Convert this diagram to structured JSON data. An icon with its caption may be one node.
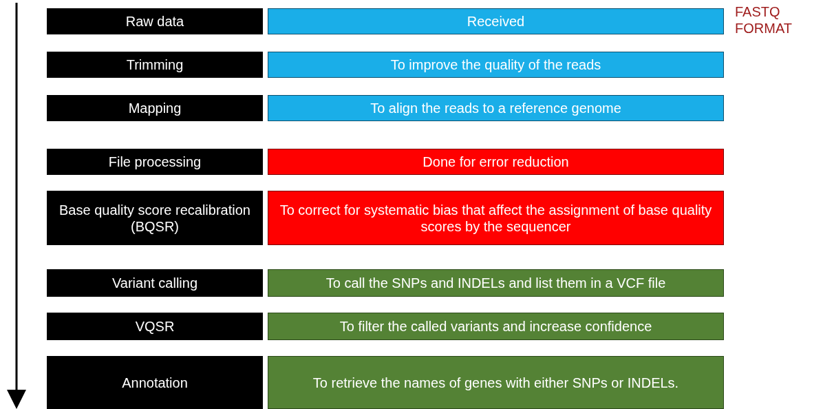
{
  "diagram": {
    "nodes": [
      {
        "text": [
          "Raw data"
        ]
      },
      {
        "text": [
          "Received"
        ]
      },
      {
        "text": [
          "Trimming"
        ]
      },
      {
        "text": [
          "To improve the quality of the reads"
        ]
      },
      {
        "text": [
          "Mapping"
        ]
      },
      {
        "text": [
          "To align the reads to a reference genome"
        ]
      },
      {
        "text": [
          "File processing"
        ]
      },
      {
        "text": [
          "Done for error reduction"
        ]
      },
      {
        "text": [
          "Base quality score recalibration (BQSR)"
        ]
      },
      {
        "text": [
          "To correct for systematic bias that affect the assignment of base quality scores by the sequencer"
        ]
      },
      {
        "text": [
          "Variant calling"
        ]
      },
      {
        "text": [
          "To call the SNPs and INDELs and list them in a VCF file"
        ]
      },
      {
        "text": [
          "VQSR"
        ]
      },
      {
        "text": [
          "To filter the called variants and increase confidence"
        ]
      },
      {
        "text": [
          "Annotation"
        ]
      },
      {
        "text": [
          "To retrieve the names of genes with either SNPs or INDELs."
        ]
      }
    ],
    "edges": [],
    "labels": [
      "FASTQ FORMAT"
    ]
  }
}
